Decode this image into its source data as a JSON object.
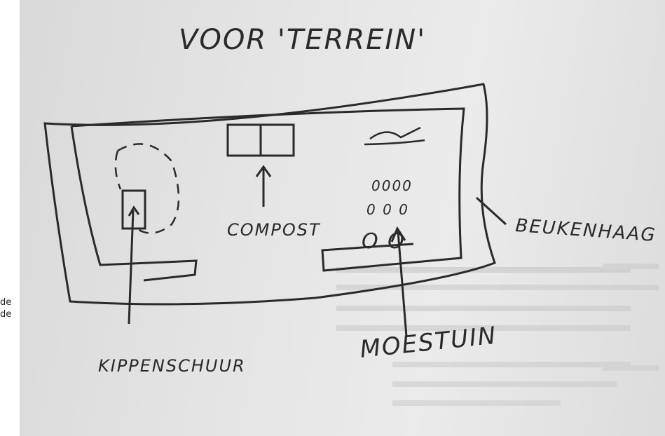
{
  "title": "VOOR 'TERREIN'",
  "labels": {
    "compost": "COMPOST",
    "beukenhaag": "BEUKENHAAG",
    "kippenschuur": "KIPPENSCHUUR",
    "moestuin": "MOESTUIN"
  },
  "margin_text": [
    "de",
    "de"
  ],
  "moestuin_marks": [
    "0000",
    "0 0 0",
    "O O"
  ],
  "colors": {
    "ink": "#2a2a2a",
    "paper": "#e3e3e3"
  }
}
